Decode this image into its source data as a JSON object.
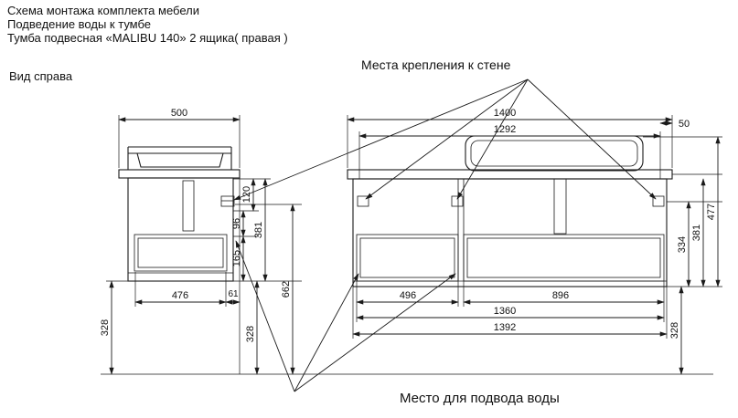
{
  "title": {
    "line1": "Схема монтажа комплекта мебели",
    "line2": "Подведение воды к тумбе",
    "line3": "Тумба подвесная «MALIBU 140»  2 ящика( правая )"
  },
  "labels": {
    "view_right": "Вид справа",
    "wall_mount": "Места крепления к стене",
    "water_supply": "Место  для подвода воды"
  },
  "side_view": {
    "depth_top": "500",
    "depth_bottom": "476",
    "overhang": "61",
    "h_120": "120",
    "h_96": "96",
    "h_165": "165",
    "h_381": "381",
    "h_662": "662",
    "floor_left": "328",
    "floor_mid": "328"
  },
  "front_view": {
    "w_top": "1400",
    "w_mount": "1292",
    "offset_right": "50",
    "drawer_left_w": "496",
    "drawer_right_w": "896",
    "w_inner": "1360",
    "w_bottom": "1392",
    "h_334": "334",
    "h_381": "381",
    "h_477": "477",
    "floor_right": "328"
  }
}
